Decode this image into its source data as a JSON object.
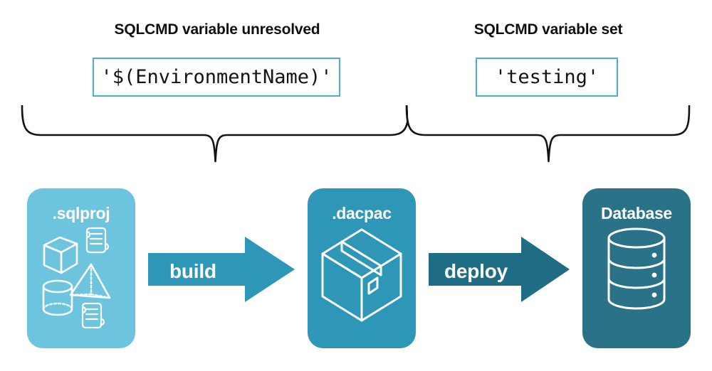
{
  "groups": [
    {
      "title": "SQLCMD variable unresolved",
      "value": "'$(EnvironmentName)'"
    },
    {
      "title": "SQLCMD variable set",
      "value": "'testing'"
    }
  ],
  "stages": [
    {
      "label": ".sqlproj",
      "color": "#6dc4de",
      "icons": [
        "cube-icon",
        "script-scroll-icon",
        "pyramid-icon",
        "cylinder-icon",
        "script-scroll-icon"
      ]
    },
    {
      "label": ".dacpac",
      "color": "#2e97b8",
      "icons": [
        "package-box-icon"
      ]
    },
    {
      "label": "Database",
      "color": "#2a7288",
      "icons": [
        "database-cylinder-icon"
      ]
    }
  ],
  "arrows": [
    {
      "label": "build",
      "color": "#2e97b8"
    },
    {
      "label": "deploy",
      "color": "#1f6d85"
    }
  ],
  "colors": {
    "accent_light": "#6dc4de",
    "accent_mid": "#2e97b8",
    "accent_dark": "#2a7288",
    "code_border": "#4bafcc",
    "text": "#0f0f0f",
    "brace": "#141414",
    "background": "#ffffff"
  }
}
